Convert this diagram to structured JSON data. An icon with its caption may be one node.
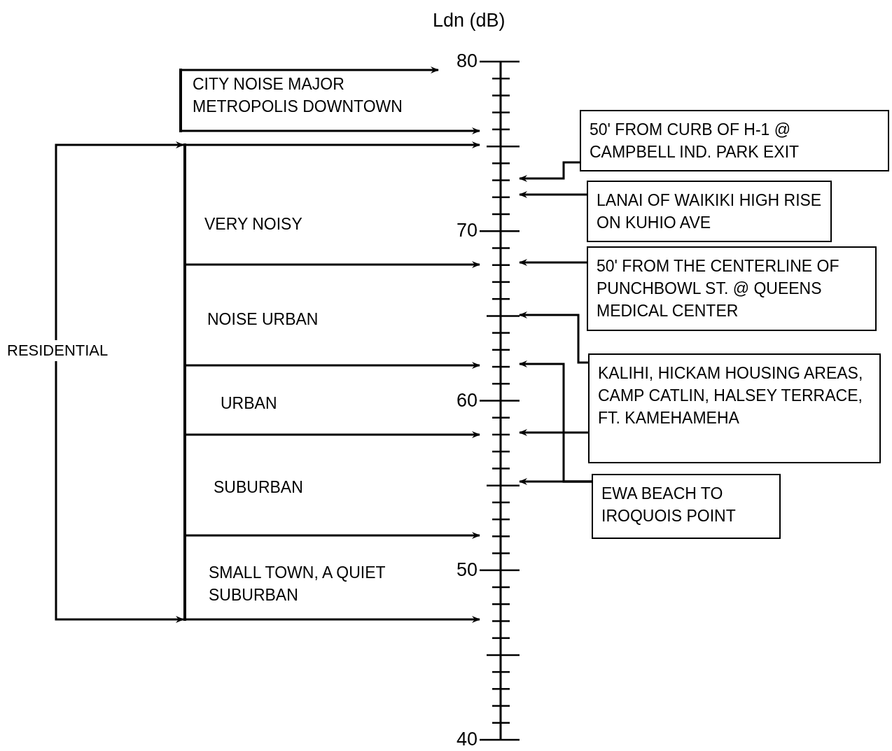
{
  "diagram": {
    "nodes": [
      {
        "text": [
          "RESIDENTIAL"
        ]
      },
      {
        "text": [],
        "shape": "bar"
      },
      {
        "text": [],
        "shape": "bar"
      },
      {
        "text": [
          "50' FROM CURB OF H-1 @ CAMPBELL IND. PARK EXIT"
        ]
      },
      {
        "text": [
          "LANAI OF WAIKIKI HIGH RISE ON KUHIO AVE"
        ]
      },
      {
        "text": [
          "50' FROM THE CENTERLINE OF PUNCHBOWL ST. @ QUEENS MEDICAL CENTER"
        ]
      },
      {
        "text": [
          "KALIHI, HICKAM HOUSING AREAS, CAMP CATLIN, HALSEY TERRACE, FT. KAMEHAMEHA"
        ]
      },
      {
        "text": [
          "EWA BEACH TO IROQUOIS POINT"
        ]
      },
      {
        "text": [],
        "shape": "bar"
      }
    ],
    "edges": [
      {
        "from": 1,
        "to": null,
        "arrow": "to"
      },
      {
        "from": 1,
        "to": 8,
        "arrow": "to"
      },
      {
        "from": 0,
        "to": 2,
        "arrow": "to"
      },
      {
        "from": 0,
        "to": 2,
        "arrow": "to"
      },
      {
        "from": 2,
        "to": 8,
        "arrow": "to"
      },
      {
        "from": 2,
        "to": 8,
        "arrow": "to"
      },
      {
        "from": 2,
        "to": 8,
        "arrow": "to"
      },
      {
        "from": 2,
        "to": 8,
        "arrow": "to"
      },
      {
        "from": 2,
        "to": 8,
        "arrow": "to"
      },
      {
        "from": 2,
        "to": 8,
        "arrow": "to"
      },
      {
        "from": 3,
        "to": 8,
        "arrow": "to"
      },
      {
        "from": 4,
        "to": 8,
        "arrow": "to"
      },
      {
        "from": 5,
        "to": 8,
        "arrow": "to"
      },
      {
        "from": 6,
        "to": 8,
        "arrow": "to"
      },
      {
        "from": 6,
        "to": 8,
        "arrow": "to"
      },
      {
        "from": 7,
        "to": 8,
        "arrow": "to"
      },
      {
        "from": 7,
        "to": 8,
        "arrow": "to"
      }
    ],
    "labels": [
      "Ldn (dB)",
      "80",
      "CITY NOISE MAJOR METROPOLIS DOWNTOWN",
      "VERY NOISY",
      "70",
      "NOISE URBAN",
      "URBAN",
      "60",
      "SUBURBAN",
      "50",
      "SMALL TOWN, A QUIET SUBURBAN",
      "40"
    ]
  }
}
